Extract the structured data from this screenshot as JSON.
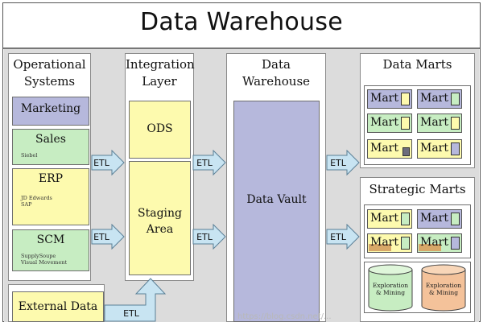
{
  "title": "Data Warehouse",
  "columns": {
    "operational": {
      "title_line1": "Operational",
      "title_line2": "Systems",
      "marketing": "Marketing",
      "sales": {
        "label": "Sales",
        "detail": "Siebel"
      },
      "erp": {
        "label": "ERP",
        "detail1": "JD Edwards",
        "detail2": "SAP"
      },
      "scm": {
        "label": "SCM",
        "detail1": "SupplySoupe",
        "detail2": "Visual Movement"
      }
    },
    "external": "External Data",
    "integration": {
      "title_line1": "Integration",
      "title_line2": "Layer",
      "ods": "ODS",
      "staging_line1": "Staging",
      "staging_line2": "Area"
    },
    "warehouse": {
      "title_line1": "Data",
      "title_line2": "Warehouse",
      "vault": "Data Vault"
    },
    "data_marts": {
      "title": "Data Marts",
      "mart_label": "Mart"
    },
    "strategic_marts": {
      "title": "Strategic Marts",
      "mart_label": "Mart",
      "explore1_line1": "Exploration",
      "explore1_line2": "& Mining",
      "explore2_line1": "Exploration",
      "explore2_line2": "& Mining"
    }
  },
  "etl_label": "ETL",
  "watermark": "https://blog.csdn.net/...",
  "colors": {
    "lavender": "#b6b8dc",
    "green": "#c7edc2",
    "yellow": "#fdfaae",
    "cyan": "#c9f1f3",
    "peach": "#f4c29a",
    "arrow": "#c8e4f2"
  }
}
